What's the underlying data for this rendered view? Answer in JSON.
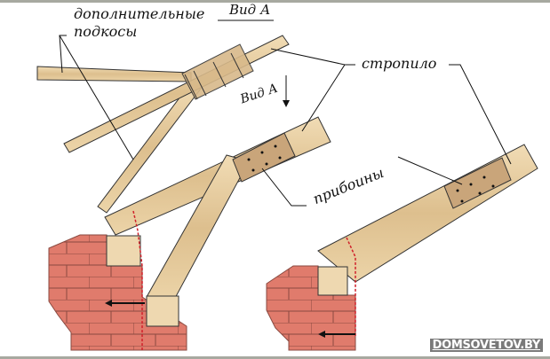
{
  "labels": {
    "extra_braces": "дополнительные",
    "extra_braces_2": "подкосы",
    "view_a_title": "Вид А",
    "view_a_arrow": "Вид А",
    "rafter": "стропило",
    "plates": "прибоины"
  },
  "watermark": "DOMSOVETOV.BY",
  "colors": {
    "wood": "#e8cfa3",
    "brick": "#e07b6c",
    "cut_line": "#d0202a",
    "border": "#a7a9a0"
  }
}
